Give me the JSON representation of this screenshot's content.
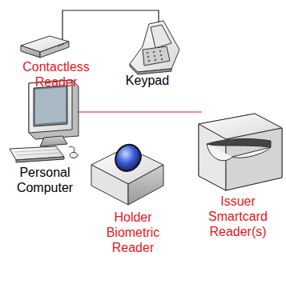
{
  "diagram": {
    "nodes": [
      {
        "text": [
          "Contactless Reader"
        ]
      },
      {
        "text": [
          "Keypad"
        ]
      },
      {
        "text": [
          "Personal Computer"
        ]
      },
      {
        "text": [
          "Issuer Smartcard Reader(s)"
        ]
      },
      {
        "text": [
          "Holder Biometric Reader"
        ]
      }
    ],
    "edges": [
      {
        "from": 0,
        "to": 1,
        "arrow": "none"
      },
      {
        "from": 2,
        "to": 3,
        "arrow": "none"
      }
    ]
  }
}
